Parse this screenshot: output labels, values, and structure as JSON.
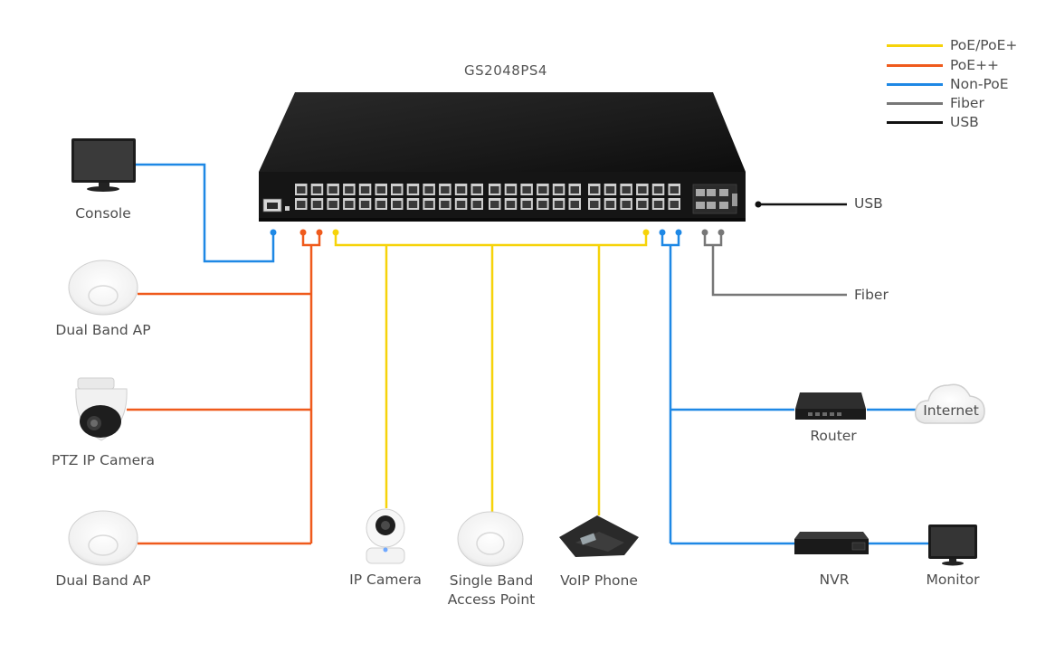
{
  "title": "GS2048PS4",
  "legend": [
    {
      "label": "PoE/PoE+",
      "color": "#f6d30a"
    },
    {
      "label": "PoE++",
      "color": "#ef5a1c"
    },
    {
      "label": "Non-PoE",
      "color": "#1e88e5"
    },
    {
      "label": "Fiber",
      "color": "#777777"
    },
    {
      "label": "USB",
      "color": "#111111"
    }
  ],
  "devices": {
    "console": "Console",
    "ap1": "Dual Band AP",
    "ptz": "PTZ IP Camera",
    "ap2": "Dual Band AP",
    "ipcam": "IP Camera",
    "single_ap": "Single Band\nAccess Point",
    "voip": "VoIP Phone",
    "usb": "USB",
    "fiber": "Fiber",
    "router": "Router",
    "internet": "Internet",
    "nvr": "NVR",
    "monitor": "Monitor"
  }
}
